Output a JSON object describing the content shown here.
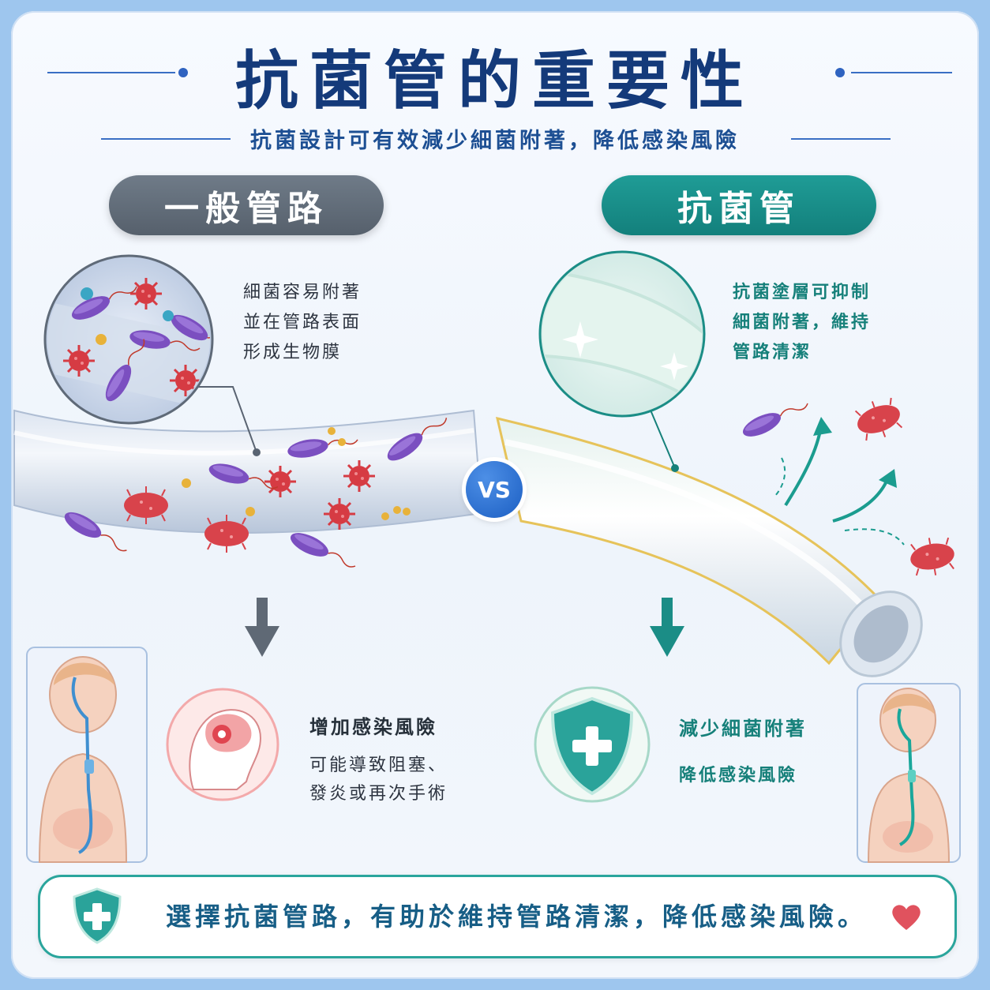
{
  "header": {
    "title": "抗菌管的重要性",
    "subtitle": "抗菌設計可有效減少細菌附著，降低感染風險"
  },
  "left": {
    "label": "一般管路",
    "callout": [
      "細菌容易附著",
      "並在管路表面",
      "形成生物膜"
    ],
    "risk_title": "增加感染風險",
    "risk_desc": [
      "可能導致阻塞、",
      "發炎或再次手術"
    ]
  },
  "right": {
    "label": "抗菌管",
    "callout": [
      "抗菌塗層可抑制",
      "細菌附著，維持",
      "管路清潔"
    ],
    "benefit_1": "減少細菌附著",
    "benefit_2": "降低感染風險"
  },
  "vs_badge": "VS",
  "footer": {
    "message": "選擇抗菌管路，有助於維持管路清潔，降低感染風險。"
  },
  "colors": {
    "title_navy": "#143a7a",
    "teal": "#16807a",
    "gray_pill": "#5f6975",
    "vs_blue": "#1c5fc3",
    "bacteria_red": "#d63b43",
    "bacteria_purple": "#7b4fc0",
    "heart": "#e0525e"
  },
  "icons": [
    "shield-plus-icon",
    "heart-icon",
    "down-arrow-icon",
    "brain-head-icon",
    "bacteria-icon"
  ]
}
